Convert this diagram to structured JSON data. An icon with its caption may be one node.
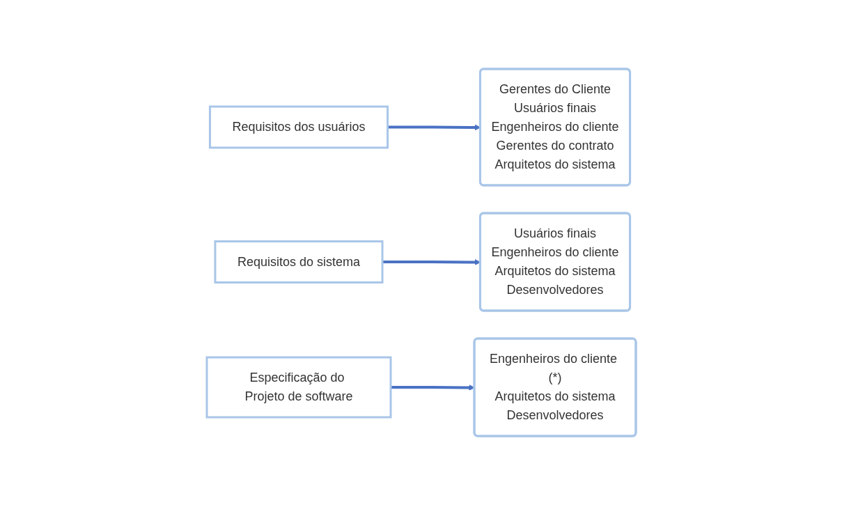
{
  "diagram": {
    "nodes": [
      {
        "text": [
          "Requisitos dos usuários"
        ]
      },
      {
        "text": [
          "Gerentes do Cliente",
          "Usuários finais",
          "Engenheiros do cliente",
          "Gerentes do contrato",
          "Arquitetos do sistema"
        ]
      },
      {
        "text": [
          "Requisitos do sistema"
        ]
      },
      {
        "text": [
          "Usuários finais",
          "Engenheiros do cliente",
          "Arquitetos do sistema",
          "Desenvolvedores"
        ]
      },
      {
        "text": [
          "Especificação do Projeto de software"
        ]
      },
      {
        "text": [
          "Engenheiros do cliente (*)",
          "Arquitetos do sistema",
          "Desenvolvedores"
        ]
      }
    ],
    "edges": [
      {
        "from": 0,
        "to": 1,
        "arrow": "to"
      },
      {
        "from": 2,
        "to": 3,
        "arrow": "to"
      },
      {
        "from": 4,
        "to": 5,
        "arrow": "to"
      }
    ]
  }
}
